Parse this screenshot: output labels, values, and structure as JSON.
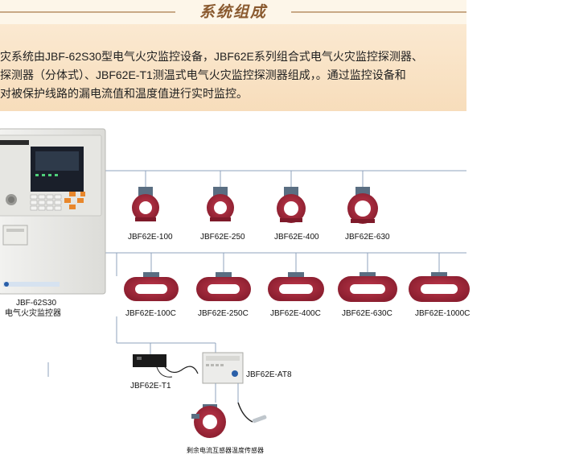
{
  "header": {
    "title": "系统组成"
  },
  "intro": {
    "lines": [
      "灾系统由JBF-62S30型电气火灾监控设备，JBF62E系列组合式电气火灾监控探测器、",
      "探测器（分体式）、JBF62E-T1测温式电气火灾监控探测器组成，。通过监控设备和",
      "对被保护线路的漏电流值和温度值进行实时监控。"
    ]
  },
  "controller": {
    "model": "JBF-62S30",
    "name": "电气火灾监控器"
  },
  "row1": [
    {
      "label": "JBF62E-100"
    },
    {
      "label": "JBF62E-250"
    },
    {
      "label": "JBF62E-400"
    },
    {
      "label": "JBF62E-630"
    }
  ],
  "row2": [
    {
      "label": "JBF62E-100C"
    },
    {
      "label": "JBF62E-250C"
    },
    {
      "label": "JBF62E-400C"
    },
    {
      "label": "JBF62E-630C"
    },
    {
      "label": "JBF62E-1000C"
    }
  ],
  "t1": {
    "label": "JBF62E-T1"
  },
  "at8": {
    "label": "JBF62E-AT8"
  },
  "sensors": {
    "current": "剩余电流互感器",
    "temperature": "温度传感器"
  },
  "colors": {
    "ring": "#a8283a",
    "ring_dark": "#7e1a2a",
    "clamp": "#5a6e82",
    "line": "#8fa3bd",
    "header_rule": "#c8a986",
    "title": "#8a5a2f"
  }
}
